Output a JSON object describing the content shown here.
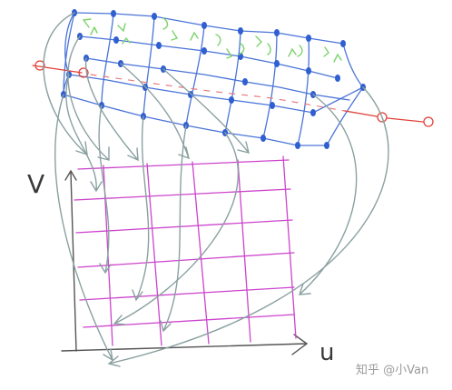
{
  "axes": {
    "v_label": "V",
    "u_label": "u"
  },
  "watermark": "知乎 @小Van",
  "colors": {
    "mesh": "#4a74d8",
    "control_point": "#2f5fd0",
    "normal_arrows": "#7bd36a",
    "axis_line": "#3a86d9",
    "uv_grid": "#cc44cc",
    "mapping_arrows": "#8aa0a0",
    "axes": "#555555"
  }
}
